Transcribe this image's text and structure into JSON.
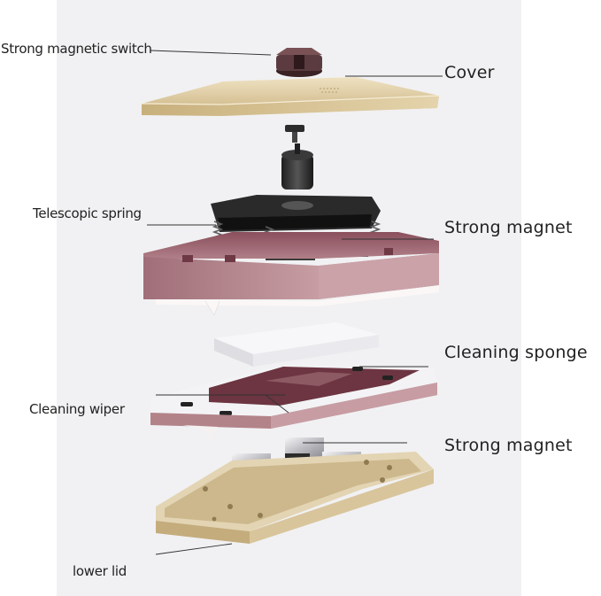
{
  "labels": {
    "magnetic_switch": "Strong magnetic switch",
    "cover": "Cover",
    "telescopic_spring": "Telescopic spring",
    "strong_magnet_top": "Strong magnet",
    "cleaning_sponge": "Cleaning sponge",
    "cleaning_wiper": "Cleaning wiper",
    "strong_magnet_bottom": "Strong magnet",
    "lower_lid": "lower lid"
  },
  "colors": {
    "gold": "#d8c59c",
    "rose": "#b48a90",
    "dark_part": "#2a2a2a",
    "magnet": "#c9c9cc"
  }
}
